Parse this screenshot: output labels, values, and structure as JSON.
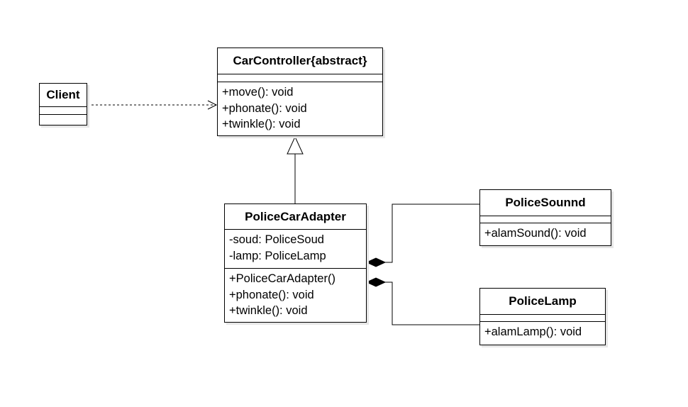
{
  "classes": {
    "client": {
      "name": "Client"
    },
    "car_controller": {
      "name": "CarController{abstract}",
      "operations": [
        "+move(): void",
        "+phonate(): void",
        "+twinkle(): void"
      ]
    },
    "police_car_adapter": {
      "name": "PoliceCarAdapter",
      "attributes": [
        "-soud: PoliceSoud",
        "-lamp: PoliceLamp"
      ],
      "operations": [
        "+PoliceCarAdapter()",
        "+phonate(): void",
        "+twinkle(): void"
      ]
    },
    "police_sound": {
      "name": "PoliceSounnd",
      "operations": [
        "+alamSound(): void"
      ]
    },
    "police_lamp": {
      "name": "PoliceLamp",
      "operations": [
        "+alamLamp(): void"
      ]
    }
  },
  "relations": [
    {
      "type": "dependency",
      "from": "Client",
      "to": "CarController{abstract}"
    },
    {
      "type": "generalization",
      "from": "PoliceCarAdapter",
      "to": "CarController{abstract}"
    },
    {
      "type": "composition",
      "whole": "PoliceCarAdapter",
      "part": "PoliceSounnd"
    },
    {
      "type": "composition",
      "whole": "PoliceCarAdapter",
      "part": "PoliceLamp"
    }
  ],
  "colors": {
    "stroke": "#000000",
    "fill": "#ffffff",
    "shadow": "#e6e6e6"
  }
}
